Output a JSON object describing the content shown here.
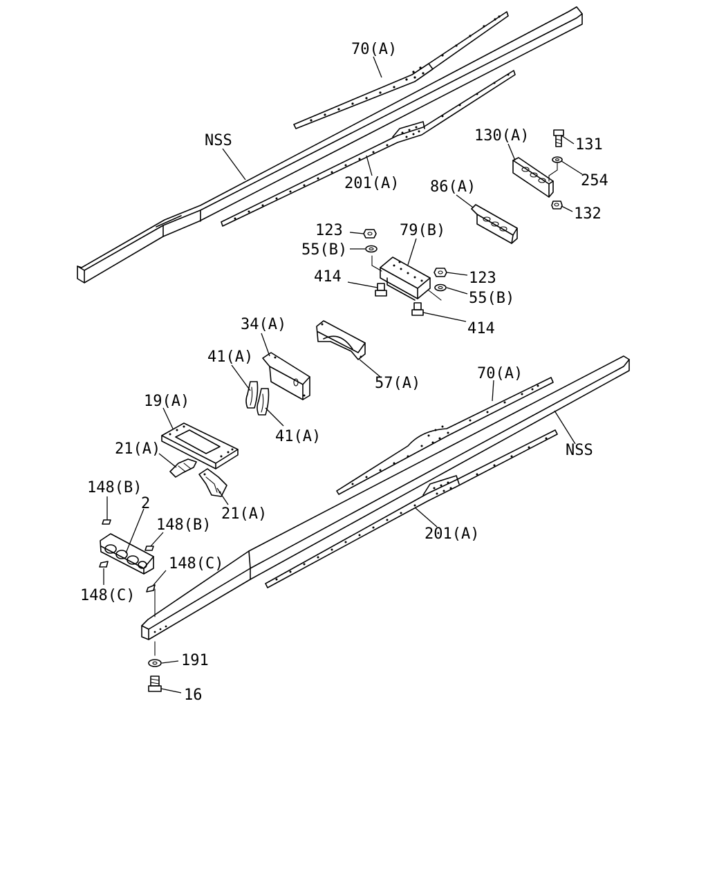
{
  "labels": {
    "l70a_top": "70(A)",
    "lnss_top": "NSS",
    "l201a_top": "201(A)",
    "l130a": "130(A)",
    "l131": "131",
    "l254": "254",
    "l132": "132",
    "l86a": "86(A)",
    "l123_l": "123",
    "l79b": "79(B)",
    "l55b_l": "55(B)",
    "l414_l": "414",
    "l123_r": "123",
    "l55b_r": "55(B)",
    "l414_r": "414",
    "l34a": "34(A)",
    "l57a": "57(A)",
    "l41a_l": "41(A)",
    "l41a_r": "41(A)",
    "l19a": "19(A)",
    "l21a_l": "21(A)",
    "l21a_r": "21(A)",
    "l70a_bot": "70(A)",
    "lnss_bot": "NSS",
    "l201a_bot": "201(A)",
    "l148b_l": "148(B)",
    "l2": "2",
    "l148b_r": "148(B)",
    "l148c_r": "148(C)",
    "l148c_l": "148(C)",
    "l191": "191",
    "l16": "16"
  }
}
